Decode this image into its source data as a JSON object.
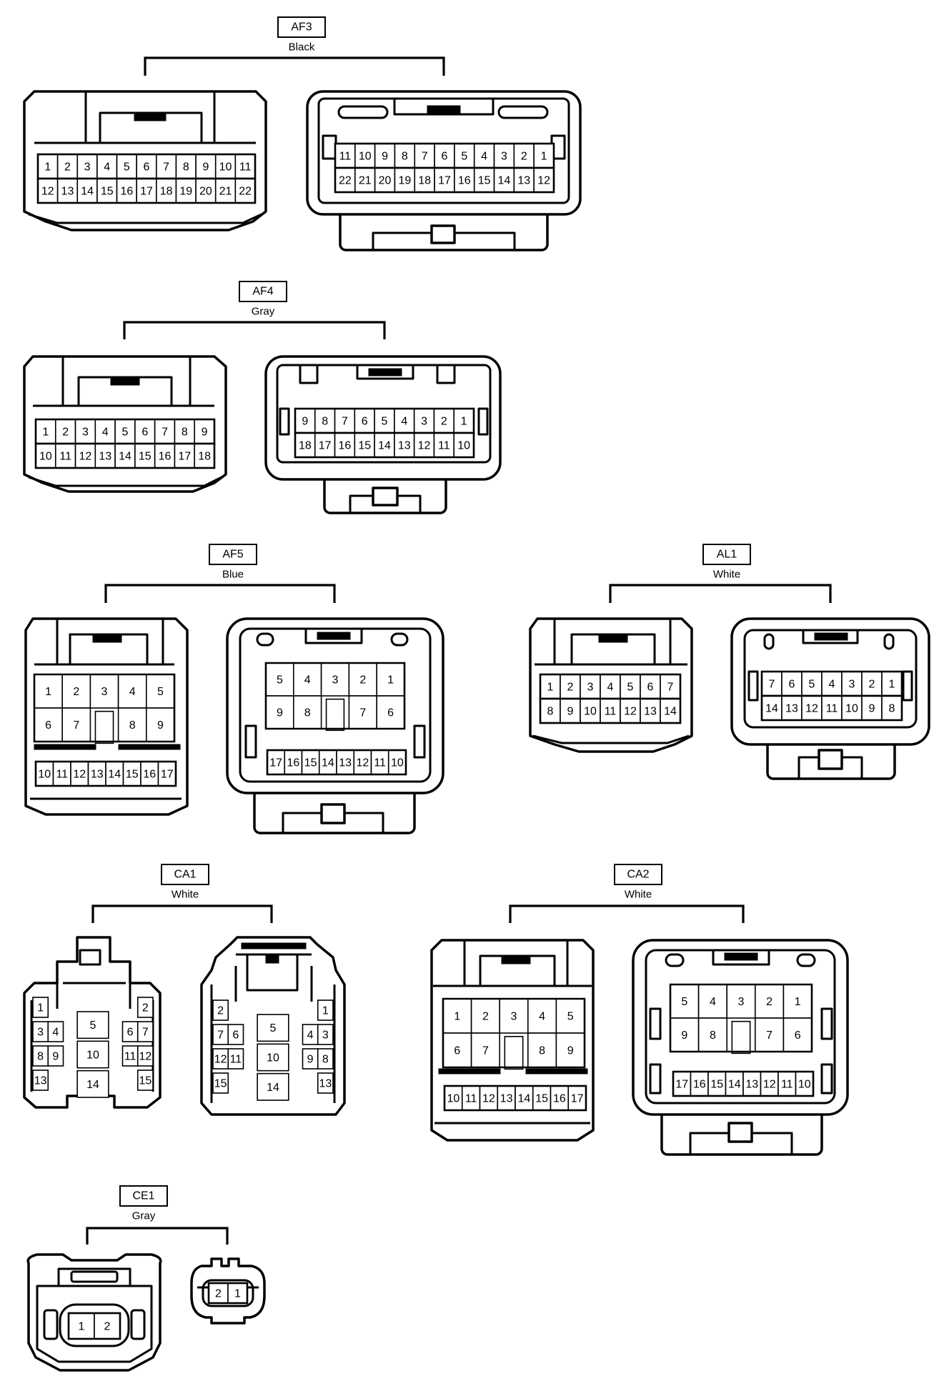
{
  "connectors": [
    {
      "id": "af3",
      "name": "AF3",
      "color": "Black",
      "views": [
        {
          "rows": [
            [
              "1",
              "2",
              "3",
              "4",
              "5",
              "6",
              "7",
              "8",
              "9",
              "10",
              "11"
            ],
            [
              "12",
              "13",
              "14",
              "15",
              "16",
              "17",
              "18",
              "19",
              "20",
              "21",
              "22"
            ]
          ]
        },
        {
          "rows": [
            [
              "11",
              "10",
              "9",
              "8",
              "7",
              "6",
              "5",
              "4",
              "3",
              "2",
              "1"
            ],
            [
              "22",
              "21",
              "20",
              "19",
              "18",
              "17",
              "16",
              "15",
              "14",
              "13",
              "12"
            ]
          ]
        }
      ]
    },
    {
      "id": "af4",
      "name": "AF4",
      "color": "Gray",
      "views": [
        {
          "rows": [
            [
              "1",
              "2",
              "3",
              "4",
              "5",
              "6",
              "7",
              "8",
              "9"
            ],
            [
              "10",
              "11",
              "12",
              "13",
              "14",
              "15",
              "16",
              "17",
              "18"
            ]
          ]
        },
        {
          "rows": [
            [
              "9",
              "8",
              "7",
              "6",
              "5",
              "4",
              "3",
              "2",
              "1"
            ],
            [
              "18",
              "17",
              "16",
              "15",
              "14",
              "13",
              "12",
              "11",
              "10"
            ]
          ]
        }
      ]
    },
    {
      "id": "af5",
      "name": "AF5",
      "color": "Blue",
      "views": [
        {
          "rows": [
            [
              "1",
              "2",
              "3",
              "4",
              "5"
            ],
            [
              "6",
              "7",
              "",
              "8",
              "9"
            ],
            [
              "10",
              "11",
              "12",
              "13",
              "14",
              "15",
              "16",
              "17"
            ]
          ]
        },
        {
          "rows": [
            [
              "5",
              "4",
              "3",
              "2",
              "1"
            ],
            [
              "9",
              "8",
              "",
              "7",
              "6"
            ],
            [
              "17",
              "16",
              "15",
              "14",
              "13",
              "12",
              "11",
              "10"
            ]
          ]
        }
      ]
    },
    {
      "id": "al1",
      "name": "AL1",
      "color": "White",
      "views": [
        {
          "rows": [
            [
              "1",
              "2",
              "3",
              "4",
              "5",
              "6",
              "7"
            ],
            [
              "8",
              "9",
              "10",
              "11",
              "12",
              "13",
              "14"
            ]
          ]
        },
        {
          "rows": [
            [
              "7",
              "6",
              "5",
              "4",
              "3",
              "2",
              "1"
            ],
            [
              "14",
              "13",
              "12",
              "11",
              "10",
              "9",
              "8"
            ]
          ]
        }
      ]
    },
    {
      "id": "ca1",
      "name": "CA1",
      "color": "White",
      "views": [
        {
          "rows": [
            [
              "1",
              "2"
            ],
            [
              "3",
              "4",
              "5",
              "6",
              "7"
            ],
            [
              "8",
              "9",
              "10",
              "11",
              "12"
            ],
            [
              "13",
              "14",
              "15"
            ]
          ]
        },
        {
          "rows": [
            [
              "2",
              "1"
            ],
            [
              "7",
              "6",
              "5",
              "4",
              "3"
            ],
            [
              "12",
              "11",
              "10",
              "9",
              "8"
            ],
            [
              "15",
              "14",
              "13"
            ]
          ]
        }
      ]
    },
    {
      "id": "ca2",
      "name": "CA2",
      "color": "White",
      "views": [
        {
          "rows": [
            [
              "1",
              "2",
              "3",
              "4",
              "5"
            ],
            [
              "6",
              "7",
              "",
              "8",
              "9"
            ],
            [
              "10",
              "11",
              "12",
              "13",
              "14",
              "15",
              "16",
              "17"
            ]
          ]
        },
        {
          "rows": [
            [
              "5",
              "4",
              "3",
              "2",
              "1"
            ],
            [
              "9",
              "8",
              "",
              "7",
              "6"
            ],
            [
              "17",
              "16",
              "15",
              "14",
              "13",
              "12",
              "11",
              "10"
            ]
          ]
        }
      ]
    },
    {
      "id": "ce1",
      "name": "CE1",
      "color": "Gray",
      "views": [
        {
          "rows": [
            [
              "1",
              "2"
            ]
          ]
        },
        {
          "rows": [
            [
              "2",
              "1"
            ]
          ]
        }
      ]
    }
  ]
}
